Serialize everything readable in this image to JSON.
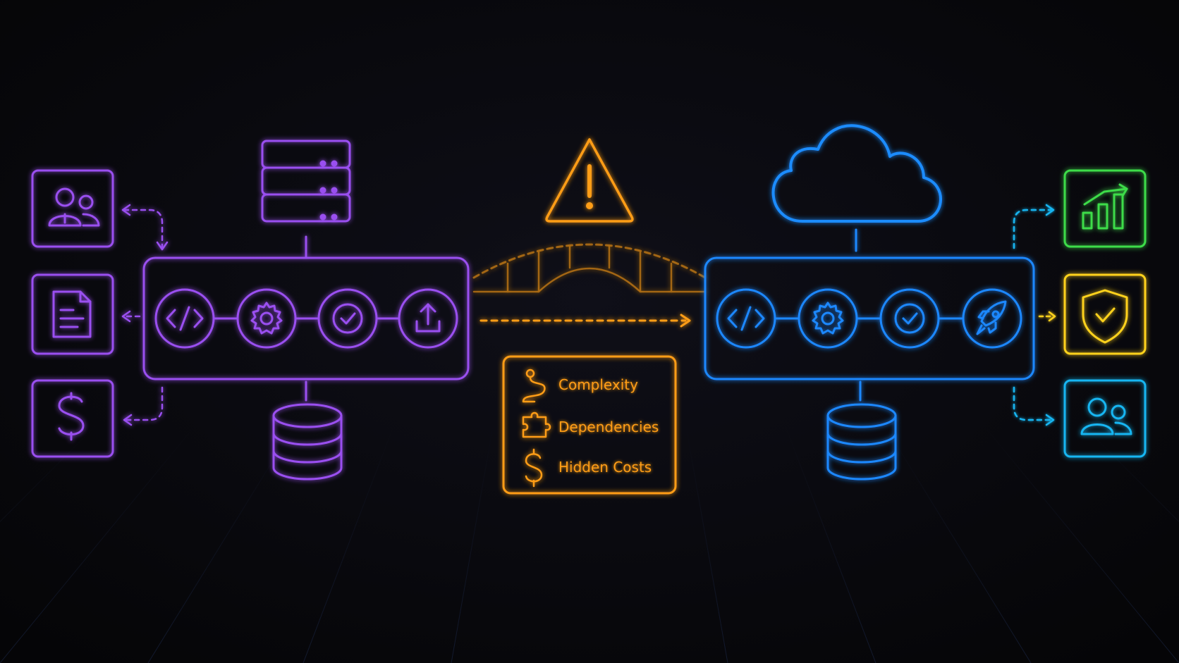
{
  "colors": {
    "background": "#07070b",
    "legacy": "#9a4ff0",
    "modern": "#1e88ff",
    "warning": "#ff9d14",
    "green": "#3ddc4a",
    "yellow": "#ffd21e",
    "cyan": "#19b6f2"
  },
  "legacy_system": {
    "pipeline_icons": [
      "code-icon",
      "gear-icon",
      "check-icon",
      "upload-icon"
    ],
    "top_icon": "server-rack-icon",
    "bottom_icon": "database-icon",
    "side_cards": [
      "users-icon",
      "document-icon",
      "dollar-icon"
    ]
  },
  "modern_system": {
    "pipeline_icons": [
      "code-icon",
      "gear-icon",
      "check-icon",
      "rocket-icon"
    ],
    "top_icon": "cloud-icon",
    "bottom_icon": "database-icon",
    "side_cards": [
      "bar-chart-growth-icon",
      "shield-check-icon",
      "users-icon"
    ]
  },
  "migration": {
    "top_icon": "warning-triangle-icon",
    "bridge_icon": "bridge-icon",
    "risks": [
      {
        "icon": "path-squiggle-icon",
        "label": "Complexity"
      },
      {
        "icon": "puzzle-icon",
        "label": "Dependencies"
      },
      {
        "icon": "dollar-icon",
        "label": "Hidden Costs"
      }
    ]
  }
}
